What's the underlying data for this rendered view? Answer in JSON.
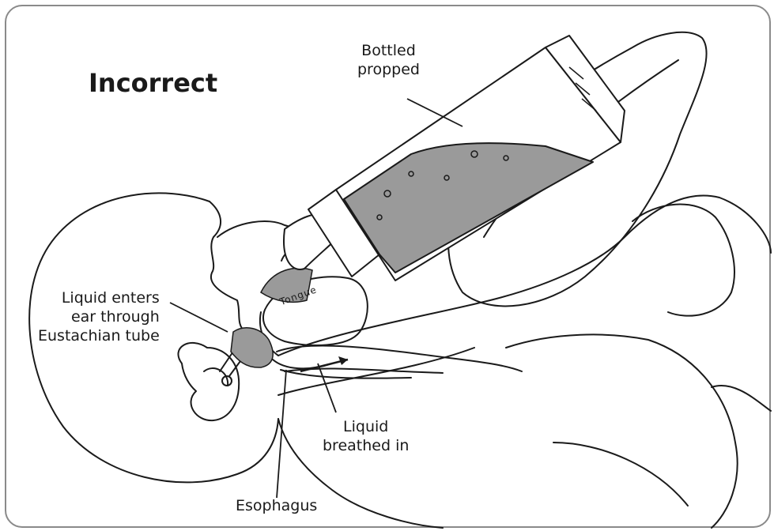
{
  "title": "Incorrect",
  "labels": {
    "bottle": [
      "Bottled",
      "propped"
    ],
    "ear": [
      "Liquid enters",
      "ear through",
      "Eustachian tube"
    ],
    "breathed": [
      "Liquid",
      "breathed in"
    ],
    "esophagus": "Esophagus",
    "tongue": "Tongue"
  },
  "colors": {
    "outline": "#1a1a1a",
    "liquid": "#9a9a9a",
    "border": "#8a8a8a"
  }
}
